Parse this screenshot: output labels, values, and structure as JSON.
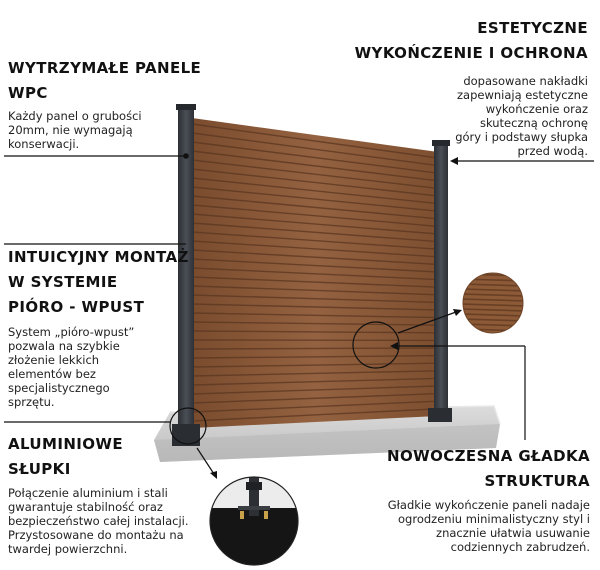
{
  "colors": {
    "wood": "#8a5a38",
    "wood_groove": "#5a3620",
    "post": "#3b3f45",
    "base": "#cfcfcf",
    "leader": "#111111"
  },
  "features": {
    "panels": {
      "title": [
        "WYTRZYMAŁE PANELE",
        "WPC"
      ],
      "description": [
        "Każdy panel o grubości",
        "20mm, nie wymagają",
        "konserwacji."
      ]
    },
    "finish": {
      "title": [
        "ESTETYCZNE",
        "WYKOŃCZENIE I OCHRONA"
      ],
      "description": [
        "dopasowane nakładki",
        "zapewniają estetyczne",
        "wykończenie oraz",
        "skuteczną ochronę",
        "góry i podstawy słupka",
        "przed wodą."
      ]
    },
    "mounting": {
      "title": [
        "INTUICYJNY MONTAŻ",
        "W SYSTEMIE",
        "PIÓRO - WPUST"
      ],
      "description": [
        "System „pióro-wpust”",
        "pozwala na szybkie",
        "złożenie lekkich",
        "elementów bez",
        "specjalistycznego",
        "sprzętu."
      ]
    },
    "posts": {
      "title": [
        "ALUMINIOWE",
        "SŁUPKI"
      ],
      "description": [
        "Połączenie aluminium i stali",
        "gwarantuje stabilność oraz",
        "bezpieczeństwo całej instalacji.",
        "Przystosowane do montażu na",
        "twardej powierzchni."
      ]
    },
    "texture": {
      "title": [
        "NOWOCZESNA GŁADKA",
        "STRUKTURA"
      ],
      "description": [
        "Gładkie wykończenie paneli nadaje",
        "ogrodzeniu minimalistyczny styl i",
        "znacznie ułatwia usuwanie",
        "codziennych zabrudzeń."
      ]
    }
  }
}
